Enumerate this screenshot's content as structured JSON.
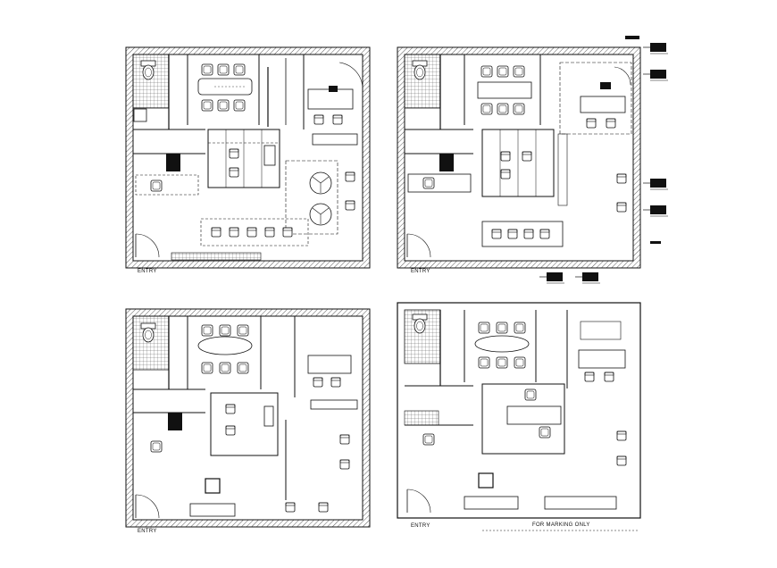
{
  "labels": {
    "plan1_entry": "ENTRY",
    "plan2_entry": "ENTRY",
    "plan3_entry": "ENTRY",
    "plan4_entry": "ENTRY",
    "marking_note": "FOR MARKING ONLY"
  },
  "colors": {
    "line": "#1a1a1a",
    "wall_hatch": "#333333",
    "fill": "#111111",
    "dash": "#444444",
    "background": "#ffffff"
  }
}
